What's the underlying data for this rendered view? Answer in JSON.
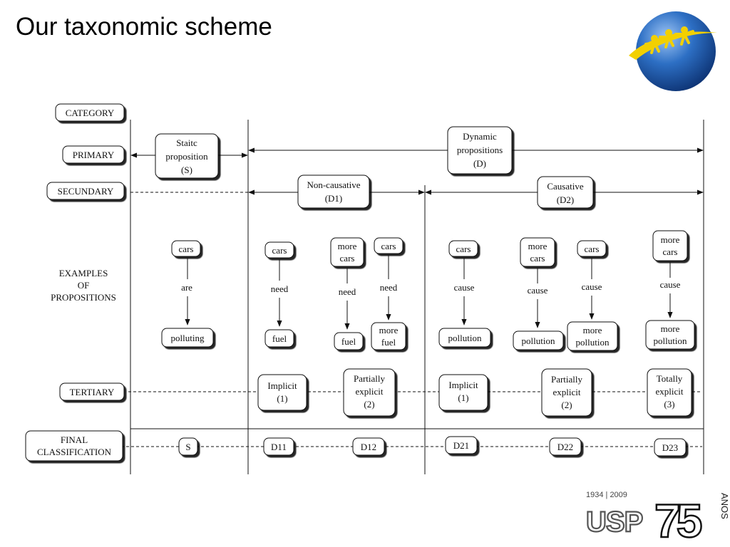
{
  "slide": {
    "title": "Our taxonomic scheme"
  },
  "logos": {
    "globe": {
      "icon": "people-globe-logo",
      "colors": {
        "globe": "#1f5fb4",
        "figures": "#f2d000"
      }
    },
    "usp": {
      "years": "1934 | 2009",
      "mark": "USP",
      "number": "75",
      "anos": "ANOS",
      "icon": "usp-75-anos-logo"
    }
  },
  "diagram": {
    "levels": {
      "category": "CATEGORY",
      "primary": "PRIMARY",
      "secundary": "SECUNDARY",
      "examples": [
        "EXAMPLES",
        "OF",
        "PROPOSITIONS"
      ],
      "tertiary": "TERTIARY",
      "final": [
        "FINAL",
        "CLASSIFICATION"
      ]
    },
    "primary": {
      "static": [
        "Staitc",
        "proposition",
        "(S)"
      ],
      "dynamic": [
        "Dynamic",
        "propositions",
        "(D)"
      ]
    },
    "secundary": {
      "noncausative": [
        "Non-causative",
        "(D1)"
      ],
      "causative": [
        "Causative",
        "(D2)"
      ]
    },
    "examples": [
      {
        "subject": [
          "cars"
        ],
        "verb": "are",
        "object": [
          "polluting"
        ]
      },
      {
        "subject": [
          "cars"
        ],
        "verb": "need",
        "object": [
          "fuel"
        ]
      },
      {
        "subject": [
          "more",
          "cars"
        ],
        "verb": "need",
        "object": [
          "fuel"
        ]
      },
      {
        "subject": [
          "cars"
        ],
        "verb": "need",
        "object": [
          "more",
          "fuel"
        ]
      },
      {
        "subject": [
          "cars"
        ],
        "verb": "cause",
        "object": [
          "pollution"
        ]
      },
      {
        "subject": [
          "more",
          "cars"
        ],
        "verb": "cause",
        "object": [
          "pollution"
        ]
      },
      {
        "subject": [
          "cars"
        ],
        "verb": "cause",
        "object": [
          "more",
          "pollution"
        ]
      },
      {
        "subject": [
          "more",
          "cars"
        ],
        "verb": "cause",
        "object": [
          "more",
          "pollution"
        ]
      }
    ],
    "tertiary": [
      [
        "Implicit",
        "(1)"
      ],
      [
        "Partially",
        "explicit",
        "(2)"
      ],
      [
        "Implicit",
        "(1)"
      ],
      [
        "Partially",
        "explicit",
        "(2)"
      ],
      [
        "Totally",
        "explicit",
        "(3)"
      ]
    ],
    "final": [
      "S",
      "D11",
      "D12",
      "D21",
      "D22",
      "D23"
    ]
  }
}
